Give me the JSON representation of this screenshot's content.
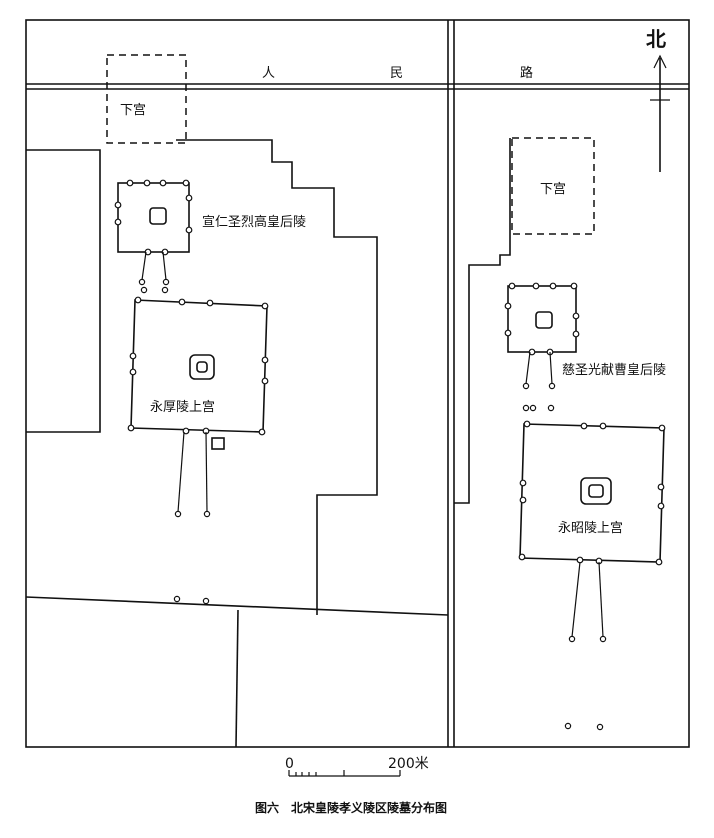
{
  "road": {
    "char1": "人",
    "char2": "民",
    "char3": "路"
  },
  "north": {
    "label": "北"
  },
  "left": {
    "lower_palace": "下宫",
    "empress_tomb": "宣仁圣烈高皇后陵",
    "upper_palace": "永厚陵上宫"
  },
  "right": {
    "lower_palace": "下宫",
    "empress_tomb": "慈圣光献曹皇后陵",
    "upper_palace": "永昭陵上宫"
  },
  "scale": {
    "start": "0",
    "end": "200米"
  },
  "caption": "图六　北宋皇陵孝义陵区陵墓分布图"
}
